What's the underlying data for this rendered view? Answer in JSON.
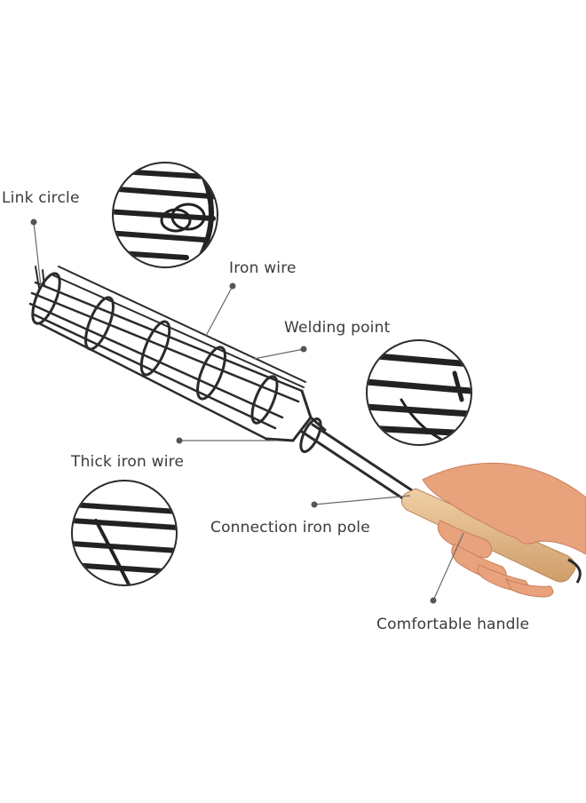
{
  "labels": {
    "link_circle": "Link circle",
    "iron_wire": "Iron wire",
    "welding_point": "Welding point",
    "thick_iron_wire": "Thick iron wire",
    "connection_iron_pole": "Connection iron pole",
    "comfortable_handle": "Comfortable handle"
  },
  "colors": {
    "background": "#ffffff",
    "wire": "#2b2b2b",
    "leader": "#6a6a6a",
    "wood": "#e3b98a",
    "skin": "#e8a27c",
    "text": "#3a3a3a"
  }
}
